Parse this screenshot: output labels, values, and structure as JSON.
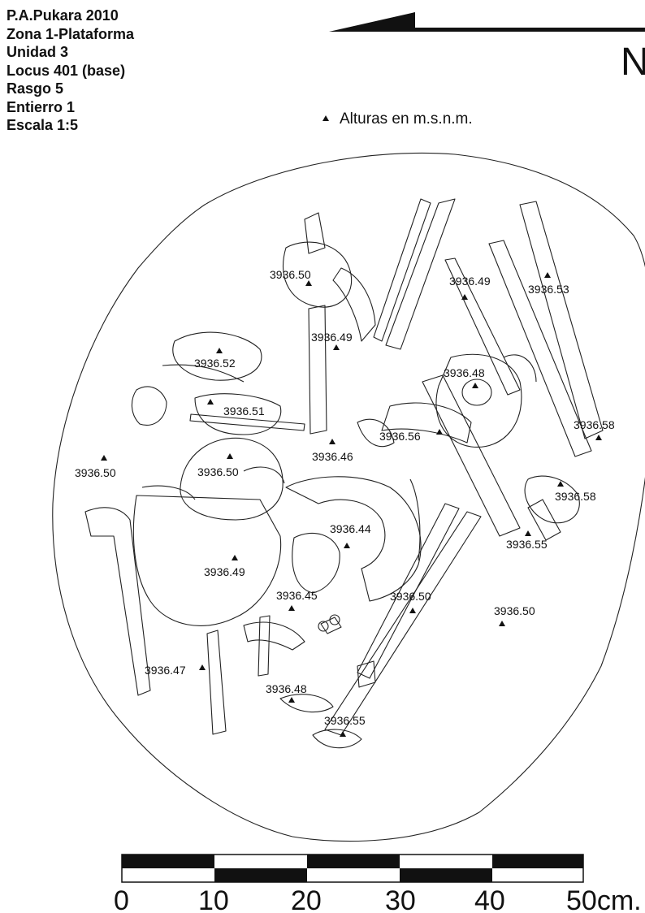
{
  "header": {
    "lines": [
      "P.A.Pukara 2010",
      "Zona 1-Plataforma",
      "Unidad 3",
      "Locus 401 (base)",
      "Rasgo 5",
      "Entierro 1",
      "Escala 1:5"
    ]
  },
  "north_arrow": {
    "label": "N"
  },
  "legend": {
    "symbol": "▲",
    "text": "Alturas en m.s.n.m."
  },
  "elevations": [
    "3936.50",
    "3936.49",
    "3936.53",
    "3936.52",
    "3936.49",
    "3936.48",
    "3936.51",
    "3936.58",
    "3936.56",
    "3936.46",
    "3936.50",
    "3936.50",
    "3936.58",
    "3936.44",
    "3936.55",
    "3936.49",
    "3936.45",
    "3936.50",
    "3936.50",
    "3936.47",
    "3936.48",
    "3936.55"
  ],
  "scale_bar": {
    "ticks": [
      "0",
      "10",
      "20",
      "30",
      "40",
      "50cm."
    ]
  }
}
